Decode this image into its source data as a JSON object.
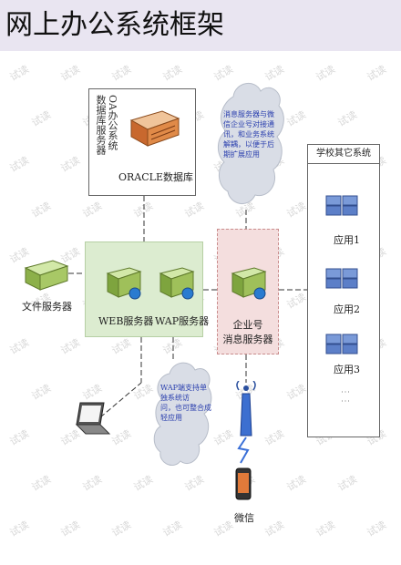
{
  "title": "网上办公系统框架",
  "watermark_text": "试读",
  "nodes": {
    "oa_db_label_line1": "OA办公系统",
    "oa_db_label_line2": "数据库服务器",
    "oracle": "ORACLE数据库",
    "file_server": "文件服务器",
    "web_server": "WEB服务器",
    "wap_server": "WAP服务器",
    "msg_server_line1": "企业号",
    "msg_server_line2": "消息服务器",
    "wechat": "微信",
    "school_title": "学校其它系统",
    "apps": [
      "应用1",
      "应用2",
      "应用3"
    ]
  },
  "clouds": {
    "top_lines": [
      "消息服务器与微",
      "信企业号对接通",
      "讯，和业务系统",
      "解耦，以便于后",
      "期扩展应用"
    ],
    "bottom_lines": [
      "WAP端支持单",
      "独系统访",
      "问，也可整合成",
      "轻应用"
    ]
  },
  "colors": {
    "web_group_bg": "#dcecd0",
    "msg_group_bg": "#f4dede",
    "cloud_text": "#2a3fae",
    "title_bg": "#e9e5f1"
  }
}
